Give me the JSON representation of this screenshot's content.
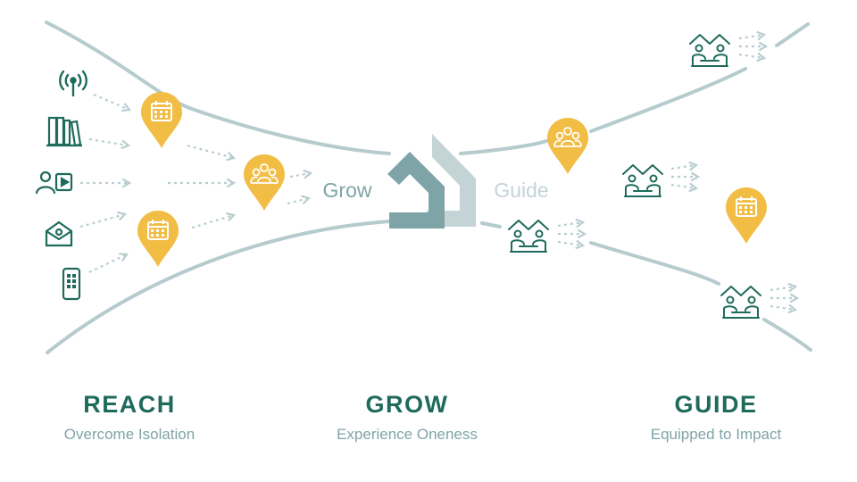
{
  "center": {
    "left_word": "Grow",
    "right_word": "Guide"
  },
  "stages": [
    {
      "title": "REACH",
      "subtitle": "Overcome Isolation"
    },
    {
      "title": "GROW",
      "subtitle": "Experience Oneness"
    },
    {
      "title": "GUIDE",
      "subtitle": "Equipped to Impact"
    }
  ],
  "icons": {
    "reach_channels": [
      "broadcast-icon",
      "books-icon",
      "video-person-icon",
      "email-icon",
      "phone-icon"
    ],
    "pins": [
      "calendar-pin-icon",
      "group-pin-icon"
    ],
    "mentors": "mentor-pair-icon"
  },
  "colors": {
    "flow_line": "#b5cbcd",
    "icon_green": "#1f6b5b",
    "pin_yellow": "#f1bd45",
    "house_dark": "#7fa4a8",
    "house_light": "#c4d4d6",
    "arrow": "#b9cdd0"
  }
}
